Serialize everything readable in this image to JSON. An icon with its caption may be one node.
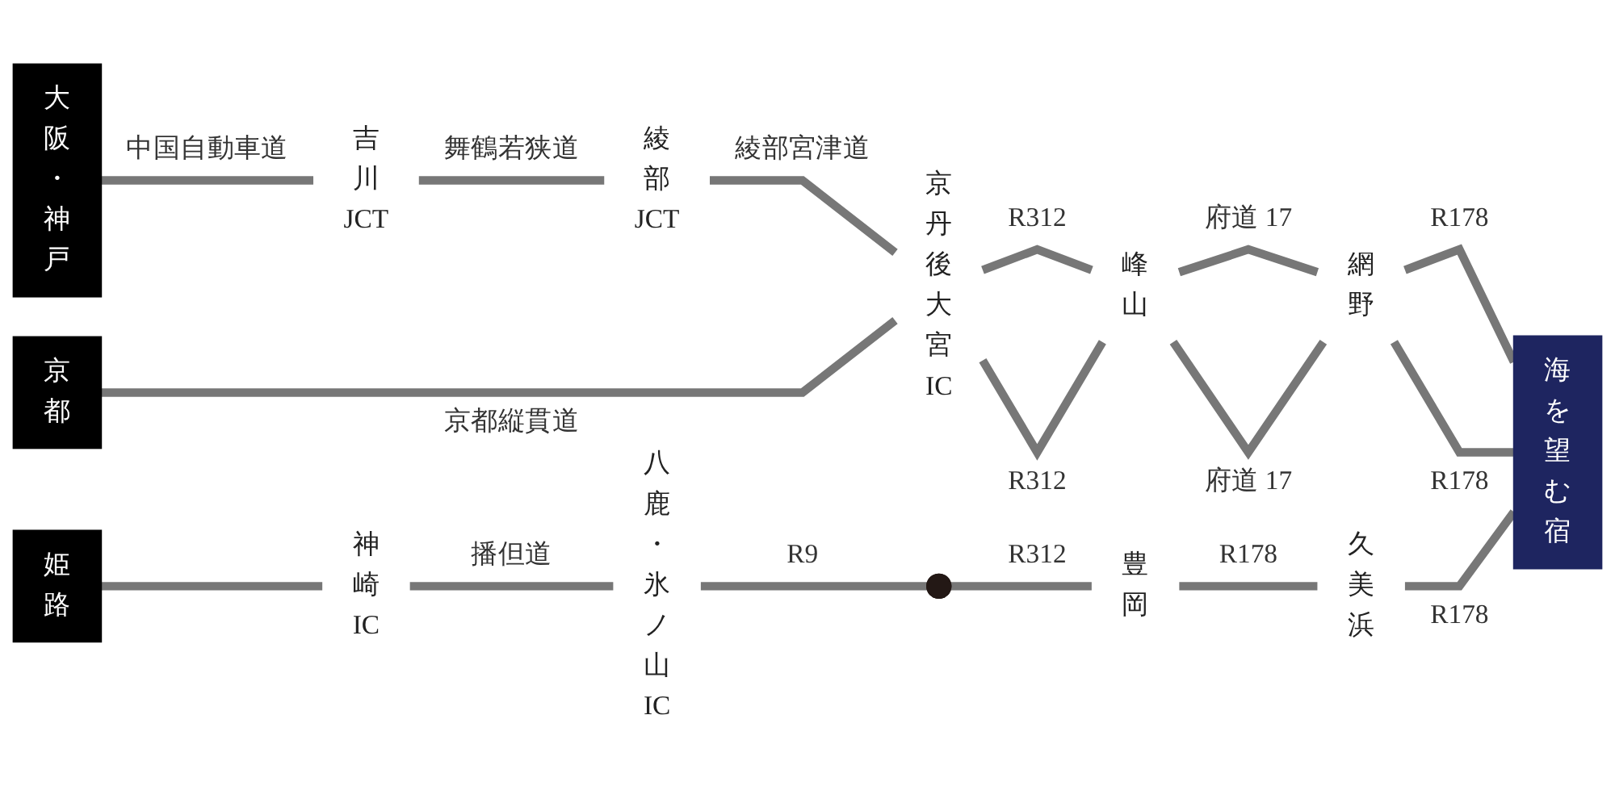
{
  "diagram": {
    "nodes": [
      {
        "text": [
          "大阪・神戸"
        ]
      },
      {
        "text": [
          "京都"
        ]
      },
      {
        "text": [
          "姫路"
        ]
      },
      {
        "text": [
          "吉川JCT"
        ]
      },
      {
        "text": [
          "綾部JCT"
        ]
      },
      {
        "text": [
          "京丹後大宮IC"
        ]
      },
      {
        "text": [
          "峰山"
        ]
      },
      {
        "text": [
          "網野"
        ]
      },
      {
        "text": [
          "神崎IC"
        ]
      },
      {
        "text": [
          "八鹿・氷ノ山IC"
        ]
      },
      {
        "text": [],
        "shape": "circle"
      },
      {
        "text": [
          "豊岡"
        ]
      },
      {
        "text": [
          "久美浜"
        ]
      },
      {
        "text": [
          "海を望む宿"
        ]
      }
    ],
    "edges": [
      {
        "from": 0,
        "to": 3,
        "arrow": "none",
        "label": "中国自動車道"
      },
      {
        "from": 3,
        "to": 4,
        "arrow": "none",
        "label": "舞鶴若狭道"
      },
      {
        "from": 4,
        "to": 5,
        "arrow": "none",
        "label": "綾部宮津道"
      },
      {
        "from": 5,
        "to": 6,
        "arrow": "none",
        "label": "R312"
      },
      {
        "from": 6,
        "to": 7,
        "arrow": "none",
        "label": "府道 17"
      },
      {
        "from": 7,
        "to": 13,
        "arrow": "none",
        "label": "R178"
      },
      {
        "from": 1,
        "to": 5,
        "arrow": "none",
        "label": "京都縦貫道"
      },
      {
        "from": 5,
        "to": 6,
        "arrow": "none",
        "label": "R312"
      },
      {
        "from": 6,
        "to": 7,
        "arrow": "none",
        "label": "府道 17"
      },
      {
        "from": 7,
        "to": 13,
        "arrow": "none",
        "label": "R178"
      },
      {
        "from": 2,
        "to": 8,
        "arrow": "none"
      },
      {
        "from": 8,
        "to": 9,
        "arrow": "none",
        "label": "播但道"
      },
      {
        "from": 9,
        "to": 10,
        "arrow": "none",
        "label": "R9"
      },
      {
        "from": 10,
        "to": 11,
        "arrow": "none",
        "label": "R312"
      },
      {
        "from": 11,
        "to": 12,
        "arrow": "none",
        "label": "R178"
      },
      {
        "from": 12,
        "to": 13,
        "arrow": "none",
        "label": "R178"
      }
    ]
  }
}
